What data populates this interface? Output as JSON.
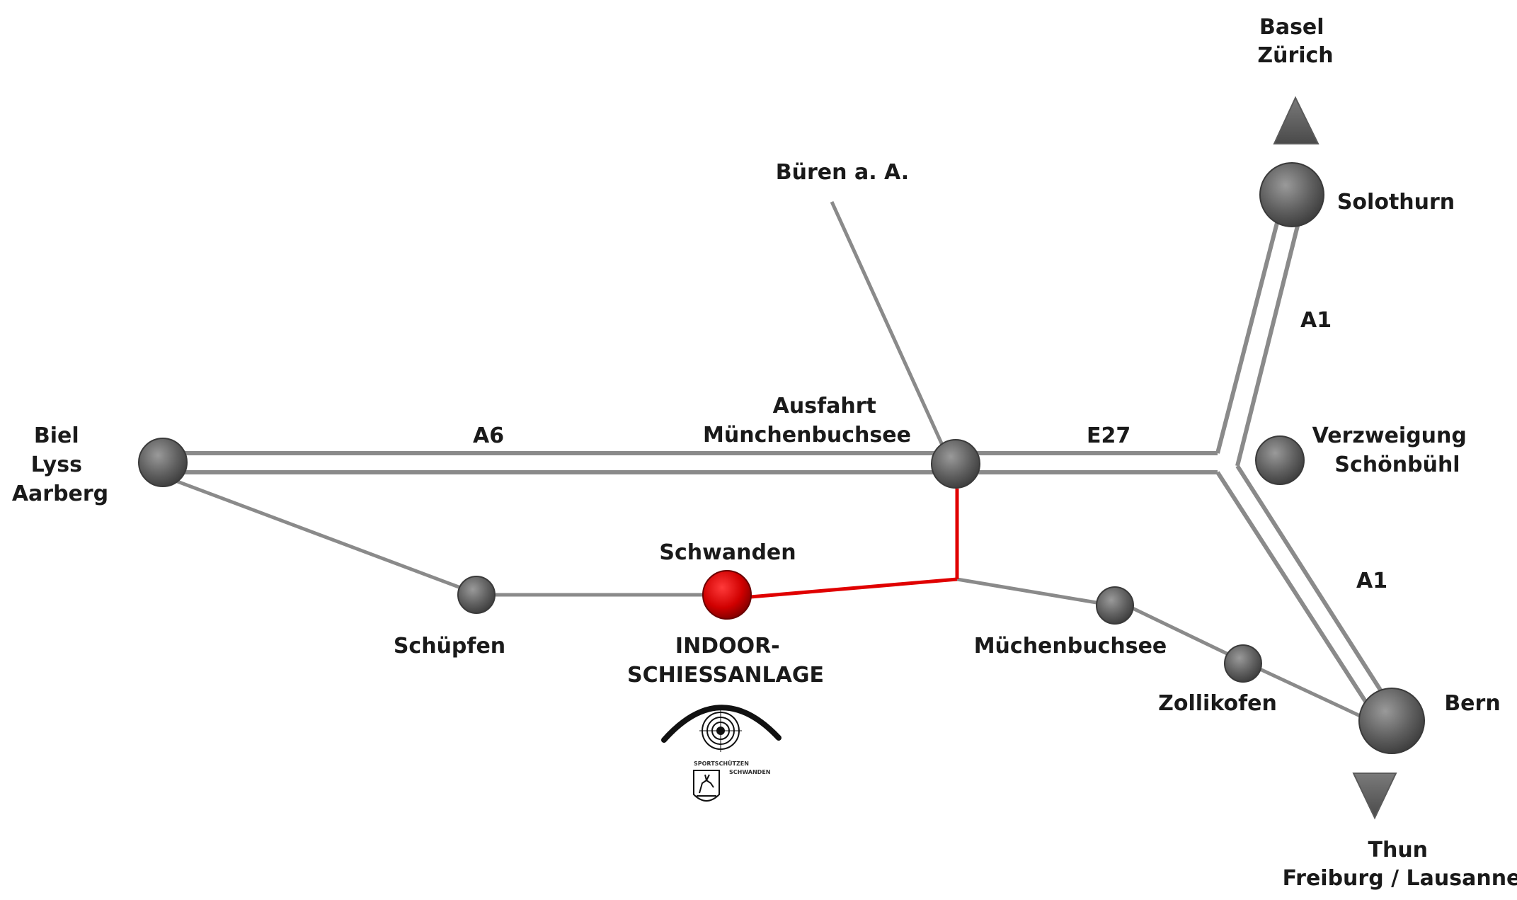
{
  "colors": {
    "road": "#8a8a8a",
    "route": "#e00000",
    "node": "#6a6a6a",
    "node_highlight": "#d40000",
    "text": "#1a1a1a"
  },
  "roads": {
    "a6": "A6",
    "e27": "E27",
    "a1_north": "A1",
    "a1_south": "A1"
  },
  "places": {
    "biel": [
      "Biel",
      "Lyss",
      "Aarberg"
    ],
    "bueren": "Büren a. A.",
    "ausfahrt": [
      "Ausfahrt",
      "Münchenbuchsee"
    ],
    "basel_zuerich": [
      "Basel",
      "Zürich"
    ],
    "solothurn": "Solothurn",
    "verzweigung": [
      "Verzweigung",
      "Schönbühl"
    ],
    "schwanden": "Schwanden",
    "indoor": [
      "INDOOR-",
      "SCHIESSANLAGE"
    ],
    "schuepfen": "Schüpfen",
    "muechenbuchsee": "Müchenbuchsee",
    "zollikofen": "Zollikofen",
    "bern": "Bern",
    "thun": [
      "Thun",
      "Freiburg / Lausanne"
    ]
  },
  "logo": {
    "line1": "SPORTSCHÜTZEN",
    "line2": "SCHWANDEN"
  }
}
